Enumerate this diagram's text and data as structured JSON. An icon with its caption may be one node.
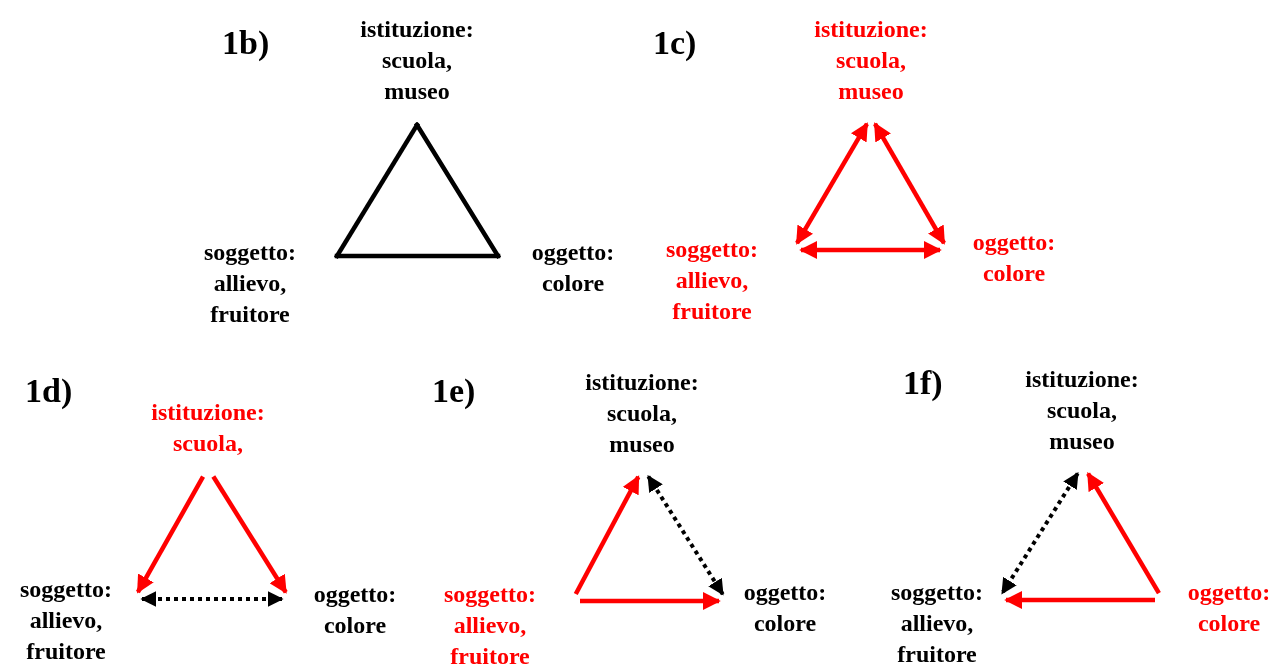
{
  "diagram": {
    "nodes": [
      {
        "text": [
          "istituzione: scuola, museo"
        ]
      },
      {
        "text": [
          "soggetto: allievo, fruitore"
        ]
      },
      {
        "text": [
          "oggetto: colore"
        ]
      },
      {
        "text": [
          "istituzione: scuola, museo"
        ]
      },
      {
        "text": [
          "soggetto: allievo, fruitore"
        ]
      },
      {
        "text": [
          "oggetto: colore"
        ]
      },
      {
        "text": [
          "istituzione: scuola,"
        ]
      },
      {
        "text": [
          "soggetto: allievo, fruitore"
        ]
      },
      {
        "text": [
          "oggetto: colore"
        ]
      },
      {
        "text": [
          "istituzione: scuola, museo"
        ]
      },
      {
        "text": [
          "soggetto: allievo, fruitore"
        ]
      },
      {
        "text": [
          "oggetto: colore"
        ]
      },
      {
        "text": [
          "istituzione: scuola, museo"
        ]
      },
      {
        "text": [
          "soggetto: allievo, fruitore"
        ]
      },
      {
        "text": [
          "oggetto: colore"
        ]
      }
    ],
    "edges": [
      {
        "from": 0,
        "to": 1,
        "arrow": "none",
        "color": "#000000"
      },
      {
        "from": 0,
        "to": 2,
        "arrow": "none",
        "color": "#000000"
      },
      {
        "from": 1,
        "to": 2,
        "arrow": "none",
        "color": "#000000"
      },
      {
        "from": 3,
        "to": 4,
        "arrow": "both"
      },
      {
        "from": 3,
        "to": 5,
        "arrow": "both"
      },
      {
        "from": 4,
        "to": 5,
        "arrow": "both"
      },
      {
        "from": 6,
        "to": 7,
        "arrow": "to"
      },
      {
        "from": 6,
        "to": 8,
        "arrow": "to"
      },
      {
        "from": 7,
        "to": 8,
        "arrow": "both",
        "style": "dashed",
        "color": "#000000"
      },
      {
        "from": 10,
        "to": 9,
        "arrow": "to"
      },
      {
        "from": 10,
        "to": 11,
        "arrow": "to"
      },
      {
        "from": 9,
        "to": 11,
        "arrow": "both",
        "style": "dashed",
        "color": "#000000"
      },
      {
        "from": 14,
        "to": 12,
        "arrow": "to"
      },
      {
        "from": 14,
        "to": 13,
        "arrow": "to"
      },
      {
        "from": 12,
        "to": 13,
        "arrow": "both",
        "style": "dashed",
        "color": "#000000"
      }
    ],
    "labels": [
      "1b)",
      "1c)",
      "1d)",
      "1e)",
      "1f)"
    ]
  }
}
